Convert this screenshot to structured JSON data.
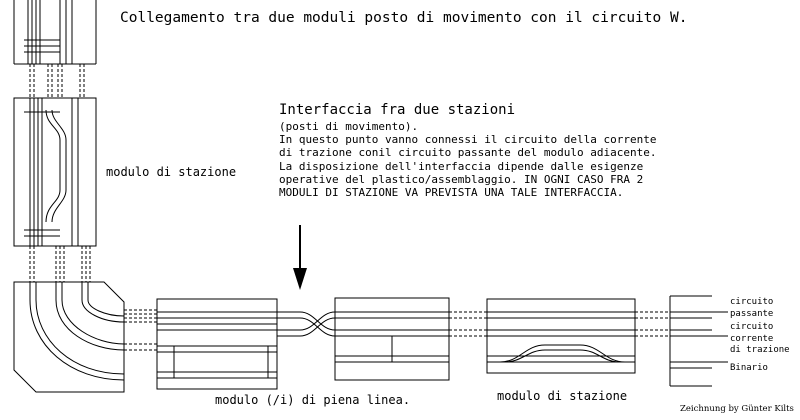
{
  "title": "Collegamento tra due moduli posto di movimento con il circuito W.",
  "labels": {
    "station_module_top": "modulo di stazione",
    "line_module": "modulo (/i) di piena linea.",
    "station_module_bottom": "modulo di stazione"
  },
  "interface_note": {
    "heading": "Interfaccia fra due stazioni",
    "lines": [
      "(posti di movimento).",
      "In questo punto vanno connessi il circuito della corrente",
      "di trazione conil circuito passante del modulo adiacente.",
      "La disposizione dell'interfaccia dipende dalle esigenze",
      "operative del plastico/assemblaggio. IN OGNI CASO FRA 2",
      "MODULI DI STAZIONE VA PREVISTA UNA TALE INTERFACCIA."
    ]
  },
  "legend": [
    "circuito",
    "passante",
    "circuito",
    "corrente",
    "di trazione",
    "Binario"
  ],
  "credit": "Zeichnung by Günter Kilts"
}
